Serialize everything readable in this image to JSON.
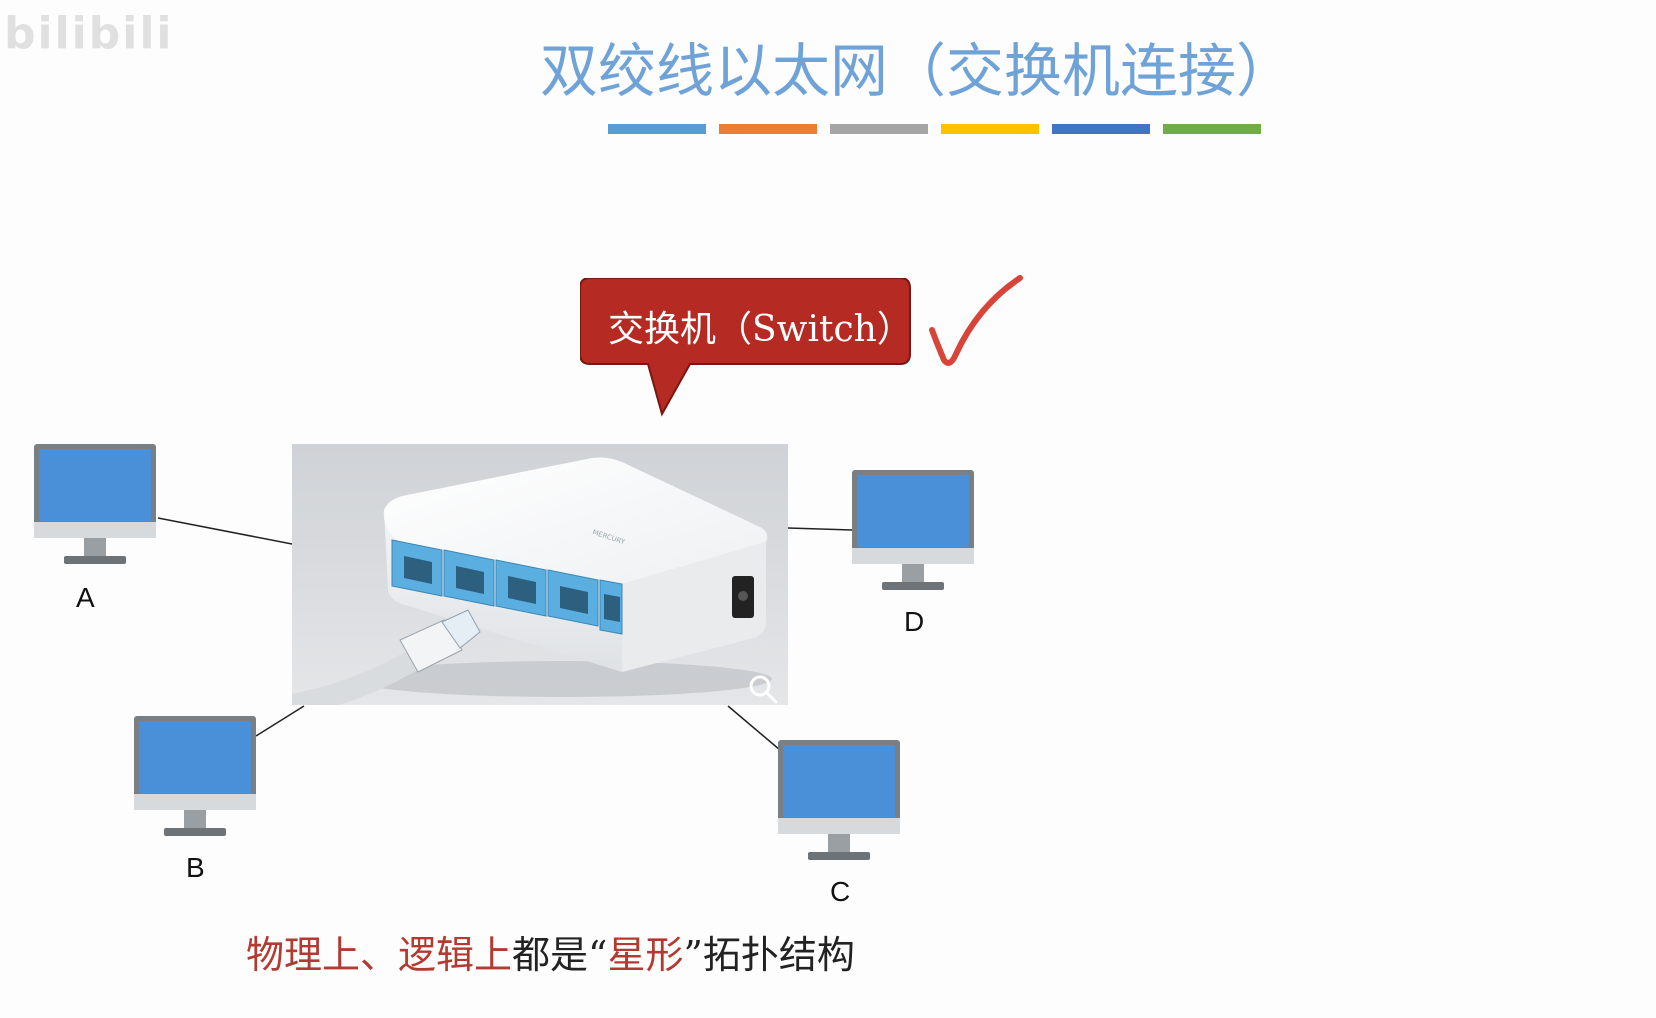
{
  "watermark": "bilibili",
  "title": "双绞线以太网（交换机连接）",
  "color_bars": [
    "#5b9bd5",
    "#ed7d31",
    "#a5a5a5",
    "#ffc000",
    "#4472c4",
    "#70ad47"
  ],
  "callout": {
    "label": "交换机（Switch）",
    "fill": "#b52a22"
  },
  "hosts": [
    {
      "id": "A",
      "label": "A"
    },
    {
      "id": "B",
      "label": "B"
    },
    {
      "id": "C",
      "label": "C"
    },
    {
      "id": "D",
      "label": "D"
    }
  ],
  "caption": {
    "part1": "物理上、逻辑上",
    "part2": "都是“",
    "part3": "星形",
    "part4": "”拓扑结构"
  },
  "colors": {
    "title": "#6fa3d8",
    "screen": "#4a90d9",
    "monitor_frame": "#555555",
    "accent_red": "#b23a30"
  }
}
